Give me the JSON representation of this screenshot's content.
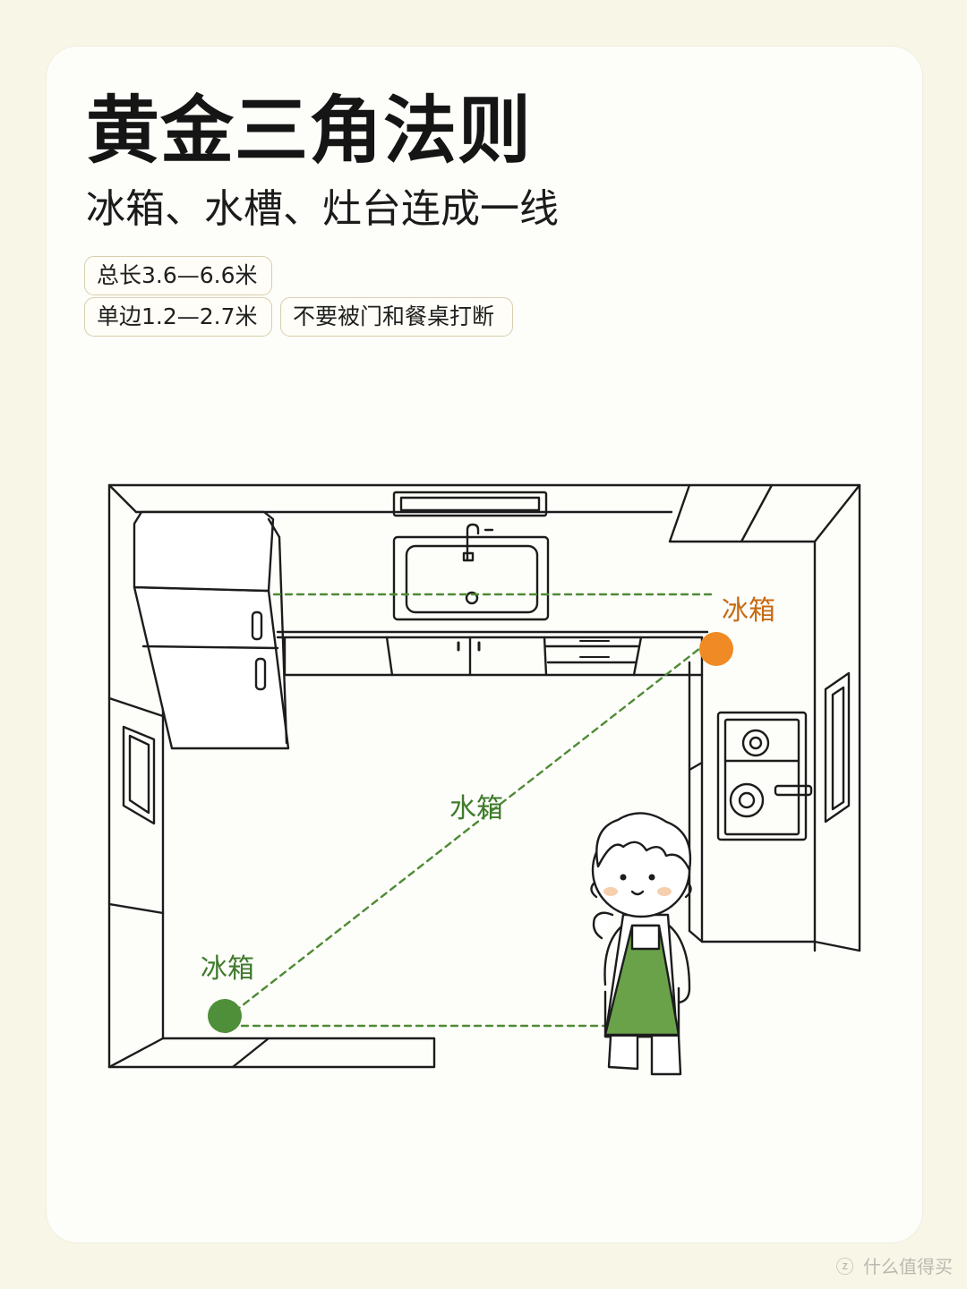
{
  "header": {
    "title": "黄金三角法则",
    "subtitle": "冰箱、水槽、灶台连成一线"
  },
  "tags": [
    "总长3.6—6.6米",
    "单边1.2—2.7米",
    "不要被门和餐桌打断"
  ],
  "diagram": {
    "label_top_right": "冰箱",
    "label_diagonal": "水箱",
    "label_bottom_left": "冰箱",
    "colors": {
      "accent_orange": "#f08a24",
      "accent_green": "#4f8f3a",
      "label_orange": "#c96a12",
      "label_green": "#3f7a2c",
      "dash_line": "#4f8a35",
      "apron": "#6aa24a"
    }
  },
  "watermark": {
    "icon": "zhi-logo-icon",
    "text": "什么值得买"
  }
}
